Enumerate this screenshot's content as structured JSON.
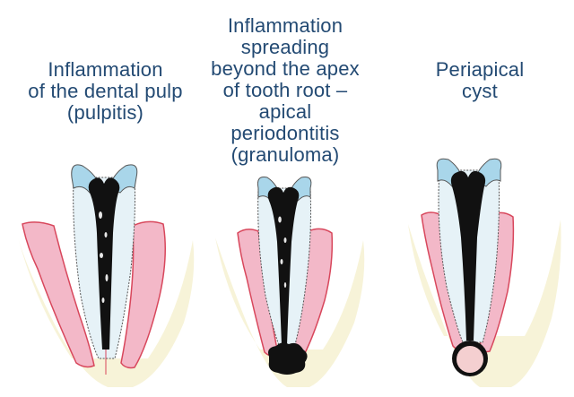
{
  "diagram": {
    "panels": [
      {
        "id": "pulpitis",
        "label": "Inflammation\nof the dental pulp\n(pulpitis)"
      },
      {
        "id": "apical_periodontitis",
        "label": "Inflammation\nspreading\nbeyond the apex\nof tooth root –\napical\nperiodontitis\n(granuloma)"
      },
      {
        "id": "periapical_cyst",
        "label": "Periapical\ncyst"
      }
    ],
    "colors": {
      "label_text": "#234a73",
      "enamel": "#a9d6ea",
      "pulp_inflamed": "#111111",
      "gum": "#f3b8c8",
      "gum_edge": "#d8475c",
      "bone": "#f7f3d8",
      "cyst": "#f4cfd0",
      "dentin": "#e6f2f7"
    }
  }
}
